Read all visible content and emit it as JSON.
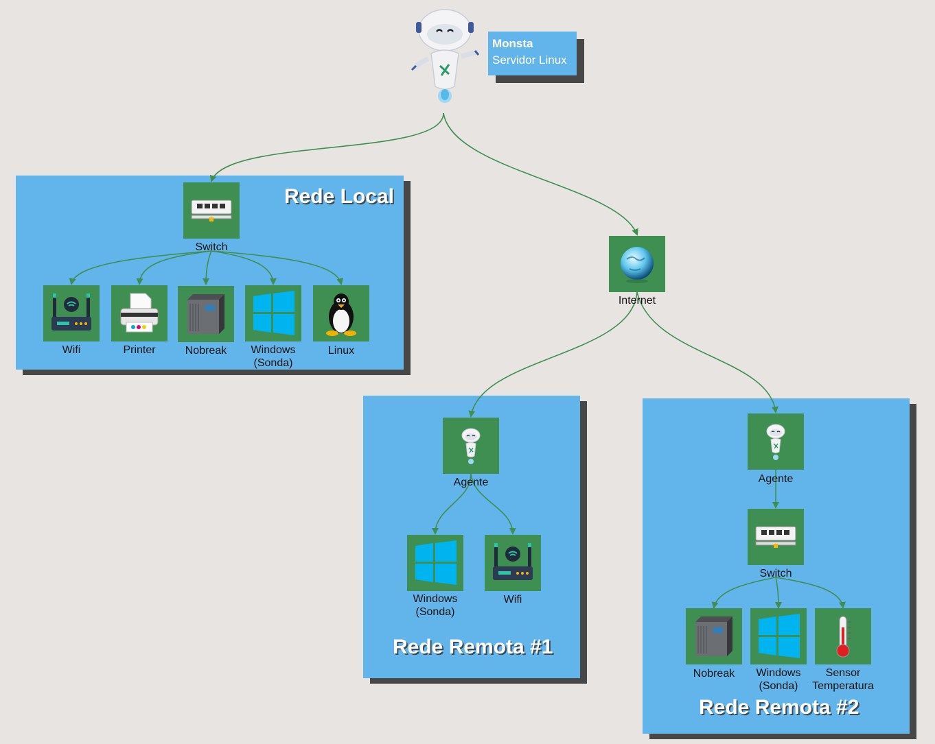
{
  "server": {
    "name": "Monsta",
    "subtitle": "Servidor Linux"
  },
  "panels": {
    "local": {
      "title": "Rede Local"
    },
    "remote1": {
      "title": "Rede Remota #1"
    },
    "remote2": {
      "title": "Rede Remota #2"
    }
  },
  "nodes": {
    "local_switch": "Switch",
    "local_wifi": "Wifi",
    "local_printer": "Printer",
    "local_nobreak": "Nobreak",
    "local_windows": "Windows\n(Sonda)",
    "local_linux": "Linux",
    "internet": "Internet",
    "r1_agent": "Agente",
    "r1_windows": "Windows\n(Sonda)",
    "r1_wifi": "Wifi",
    "r2_agent": "Agente",
    "r2_switch": "Switch",
    "r2_nobreak": "Nobreak",
    "r2_windows": "Windows\n(Sonda)",
    "r2_sensor": "Sensor\nTemperatura"
  },
  "colors": {
    "background": "#e8e4e2",
    "panel": "#62b5ea",
    "node": "#3f8f52",
    "edge": "#3f8f52",
    "shadow": "#474747"
  }
}
